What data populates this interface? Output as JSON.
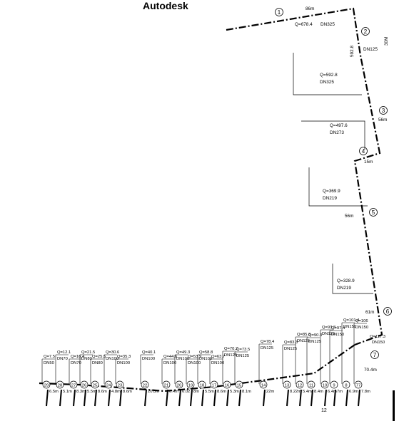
{
  "title": "Autodesk",
  "page_number": "12",
  "main_line": {
    "nodes": [
      "1",
      "2",
      "3",
      "4",
      "5",
      "6",
      "7"
    ],
    "lengths": [
      "86m",
      "592.8",
      "56m",
      "15m",
      "56m",
      "61m",
      "70.4m"
    ],
    "side_label": "30M",
    "segments": [
      {
        "flow": "Q=678.4",
        "dn": "DN325"
      },
      {
        "flow": "",
        "dn": "DN125"
      },
      {
        "flow": "Q=592.8",
        "dn": "DN325"
      },
      {
        "flow": "Q=497.6",
        "dn": "DN273"
      },
      {
        "flow": "Q=369.9",
        "dn": "DN219"
      },
      {
        "flow": "Q=328.9",
        "dn": "DN219"
      },
      {
        "flow": "Q=117.3",
        "dn": "DN150"
      }
    ]
  },
  "branches": [
    {
      "node": "29",
      "flow": "Q=7.5",
      "dn": "DN50",
      "len": "6.5m"
    },
    {
      "node": "28",
      "flow": "Q=12.1",
      "dn": "DN70",
      "len": "5.1m"
    },
    {
      "node": "27",
      "flow": "Q=16.4",
      "dn": "DN70",
      "len": "8.3m"
    },
    {
      "node": "26",
      "flow": "Q=21.5",
      "dn": "DN80",
      "len": "5.5m"
    },
    {
      "node": "25",
      "flow": "Q=25.5",
      "dn": "DN80",
      "len": "8.6m"
    },
    {
      "node": "24",
      "flow": "Q=30.6",
      "dn": "DN100",
      "len": "4.8m"
    },
    {
      "node": "23",
      "flow": "Q=35.3",
      "dn": "DN100",
      "len": "8.6m"
    },
    {
      "node": "22",
      "flow": "Q=40.1",
      "dn": "DN100",
      "len": "20.8m"
    },
    {
      "node": "21",
      "flow": "Q=44.6",
      "dn": "DN100",
      "len": "6.4m"
    },
    {
      "node": "20",
      "flow": "Q=49.3",
      "dn": "DN100",
      "len": "6.02"
    },
    {
      "node": "19",
      "flow": "Q=53.9",
      "dn": "DN100",
      "len": "8m"
    },
    {
      "node": "18",
      "flow": "Q=58.8",
      "dn": "DN100",
      "len": "5.5m"
    },
    {
      "node": "17",
      "flow": "Q=63.7",
      "dn": "DN100",
      "len": "8.6m"
    },
    {
      "node": "16",
      "flow": "Q=70.2",
      "dn": "DN125",
      "len": "5.3m"
    },
    {
      "node": "15",
      "flow": "Q=73.5",
      "dn": "DN125",
      "len": "8.1m"
    },
    {
      "node": "14",
      "flow": "Q=78.4",
      "dn": "DN125",
      "len": "22m"
    },
    {
      "node": "13",
      "flow": "Q=83.3",
      "dn": "DN125",
      "len": "8.22m"
    },
    {
      "node": "12",
      "flow": "Q=85.6",
      "dn": "DN125",
      "len": "5.4m"
    },
    {
      "node": "11",
      "flow": "Q=90.3",
      "dn": "DN125",
      "len": "8.4m"
    },
    {
      "node": "10",
      "flow": "Q=93.3",
      "dn": "DN125",
      "len": "6.4m"
    },
    {
      "node": "9",
      "flow": "Q=97.4",
      "dn": "DN150",
      "len": "7m"
    },
    {
      "node": "8",
      "flow": "Q=101.4",
      "dn": "DN150",
      "len": "6.9m"
    },
    {
      "node": "77",
      "flow": "Q=106",
      "dn": "DN150",
      "len": "7.8m"
    }
  ]
}
